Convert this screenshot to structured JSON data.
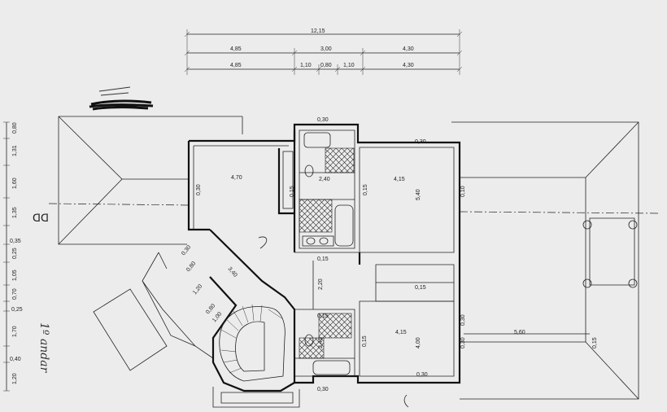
{
  "top_dimensions": {
    "total": "12,15",
    "row2": [
      "4,85",
      "3,00",
      "4,30"
    ],
    "row3": [
      "4,85",
      "1,10",
      "0,80",
      "1,10",
      "4,30"
    ]
  },
  "left_dimensions": [
    "0,80",
    "1,31",
    "1,60",
    "1,35",
    "0,35",
    "0,25",
    "1,05",
    "0,70",
    "0,25",
    "1,70",
    "0,40",
    "1,20"
  ],
  "room_dimensions": {
    "room_nw_width": "4,70",
    "room_nw_wall": "0,30",
    "top_bath_wall": "0,30",
    "top_bath_gap": "0,15",
    "top_bath_depth": "2,40",
    "top_bath_small": "0,15",
    "room_ne_wall_top": "0,30",
    "room_ne_width": "4,15",
    "room_ne_height": "5,40",
    "room_ne_wall_right": "0,10",
    "hall_width": "2,20",
    "hall_wall": "0,15",
    "closet_wall": "0,15",
    "stair_wall_1": "0,30",
    "stair_wall_2": "0,80",
    "stair_len": "3,40",
    "stair_w1": "1,20",
    "stair_w2": "0,80",
    "stair_w3": "1,00",
    "bottom_bath_wall": "0,15",
    "bottom_bath_depth": "2,45",
    "bottom_bath_small": "0,15",
    "room_se_width": "4,15",
    "room_se_height": "4,00",
    "room_se_wall": "0,30",
    "room_se_wall_bottom": "0,30",
    "bottom_wall": "0,30",
    "terrace_wall": "0,30",
    "terrace_width": "5,60",
    "terrace_wall_right": "0,15"
  },
  "handwritten_label": "1º andar",
  "annotation_mark": "ᗡᗡ"
}
